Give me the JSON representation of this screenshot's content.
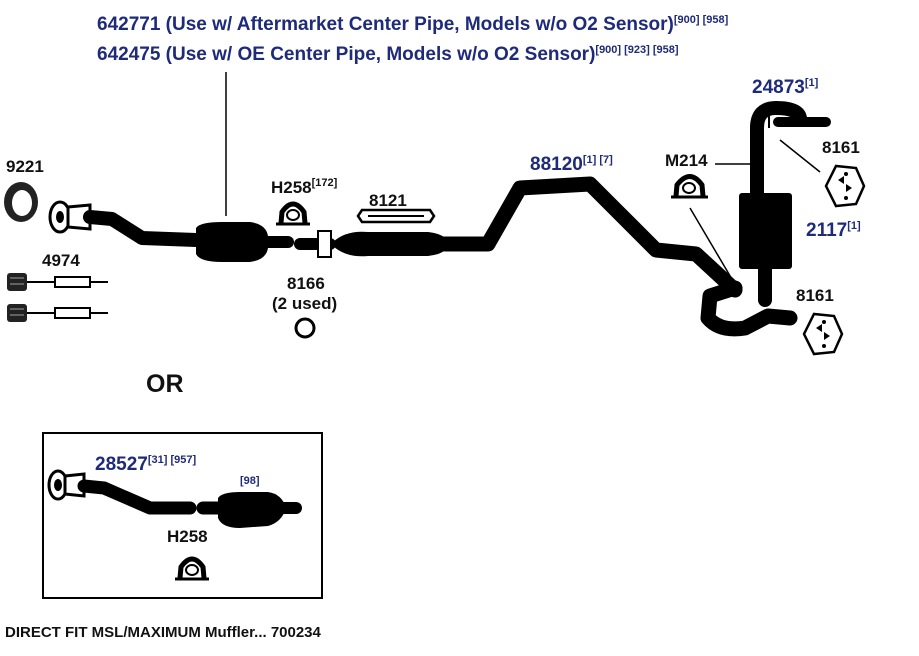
{
  "header": {
    "part_1": {
      "number": "642771",
      "desc": " (Use w/ Aftermarket Center Pipe, Models w/o O2 Sensor)",
      "refs": "[900] [958]"
    },
    "part_2": {
      "number": "642475",
      "desc": " (Use w/ OE Center Pipe, Models w/o O2 Sensor)",
      "refs": "[900] [923] [958]"
    }
  },
  "labels": {
    "gasket_9221": "9221",
    "gasket_4974": "4974",
    "clamp_h258": "H258",
    "clamp_h258_ref": "[172]",
    "hanger_8121": "8121",
    "seal_8166": "8166",
    "seal_8166_note": "(2 used)",
    "pipe_88120": "88120",
    "pipe_88120_ref": "[1] [7]",
    "clamp_m214": "M214",
    "tailpipe_24873": "24873",
    "tailpipe_24873_ref": "[1]",
    "insulator_8161_top": "8161",
    "muffler_2117": "2117",
    "muffler_2117_ref": "[1]",
    "insulator_8161_bottom": "8161",
    "or_text": "OR"
  },
  "alt_box": {
    "part_number": "28527",
    "part_refs": "[31] [957]",
    "converter_ref": "[98]",
    "clamp_label": "H258"
  },
  "footer": {
    "caption": "DIRECT FIT MSL/MAXIMUM Muffler... 700234"
  },
  "colors": {
    "part_number_blue": "#1e2a7a",
    "label_black": "#111111"
  }
}
